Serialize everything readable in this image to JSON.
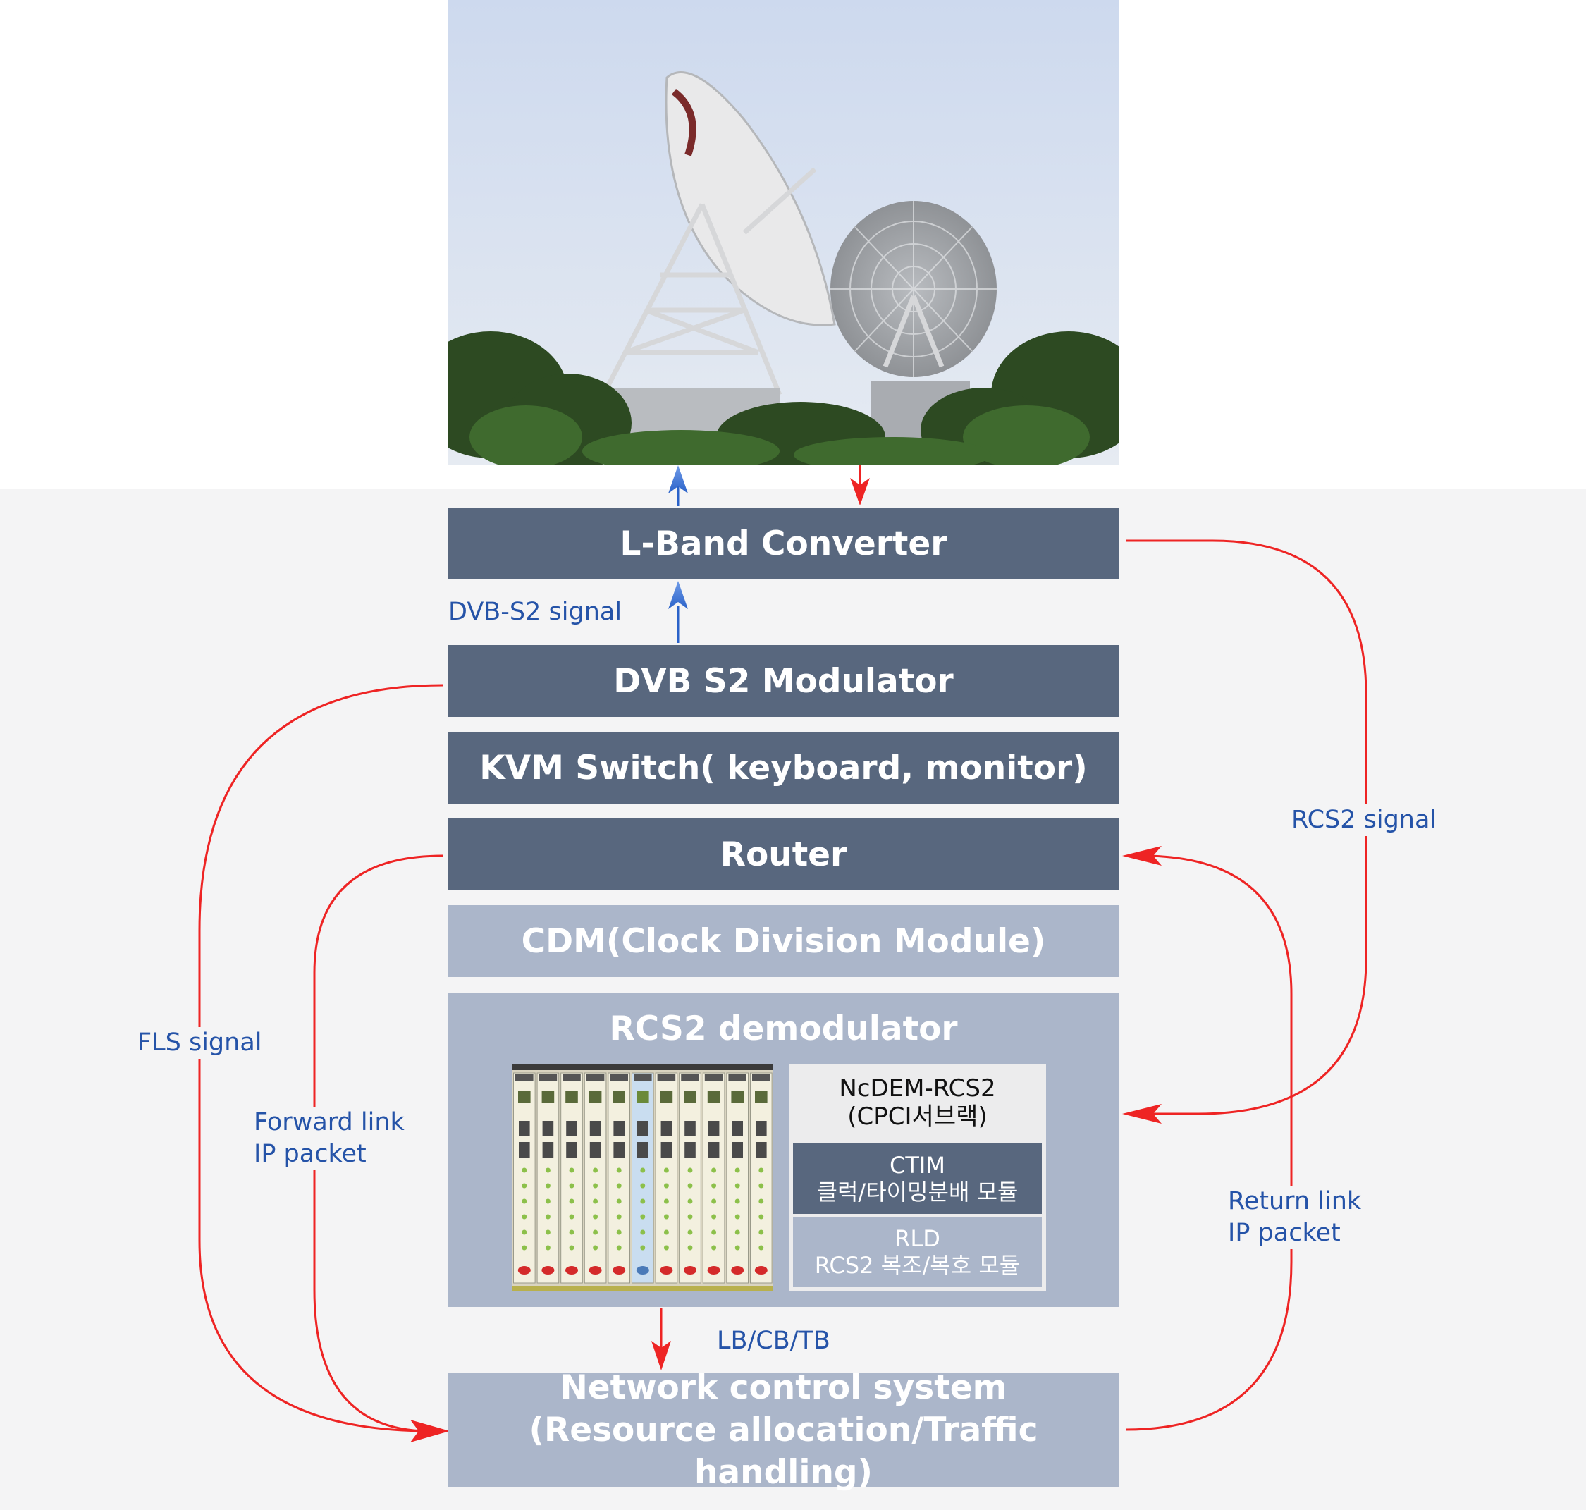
{
  "blocks": {
    "lband": "L-Band Converter",
    "dvbs2_mod": "DVB S2 Modulator",
    "kvm": "KVM Switch( keyboard, monitor)",
    "router": "Router",
    "cdm": "CDM(Clock Division Module)",
    "rcs2_demod": "RCS2 demodulator",
    "ncs_line1": "Network control system",
    "ncs_line2": "(Resource allocation/Traffic handling)"
  },
  "ncdem": {
    "title": "NcDEM-RCS2\n(CPCI서브랙)",
    "ctim": "CTIM\n클럭/타이밍분배 모듈",
    "rld": "RLD\nRCS2 복조/복호 모듈"
  },
  "labels": {
    "dvbs2_signal": "DVB-S2 signal",
    "rcs2_signal": "RCS2 signal",
    "fls_signal": "FLS signal",
    "forward_link": "Forward link\nIP packet",
    "return_link": "Return link\nIP packet",
    "lb_cb_tb": "LB/CB/TB"
  },
  "colors": {
    "dark_block": "#58677e",
    "light_block": "#abb6ca",
    "red_line": "#ee2424",
    "blue_line": "#2a62c9",
    "label_text": "#2553a8"
  },
  "icons": {
    "photo": "satellite-antenna-photo",
    "rack": "cpci-subrack-photo"
  }
}
